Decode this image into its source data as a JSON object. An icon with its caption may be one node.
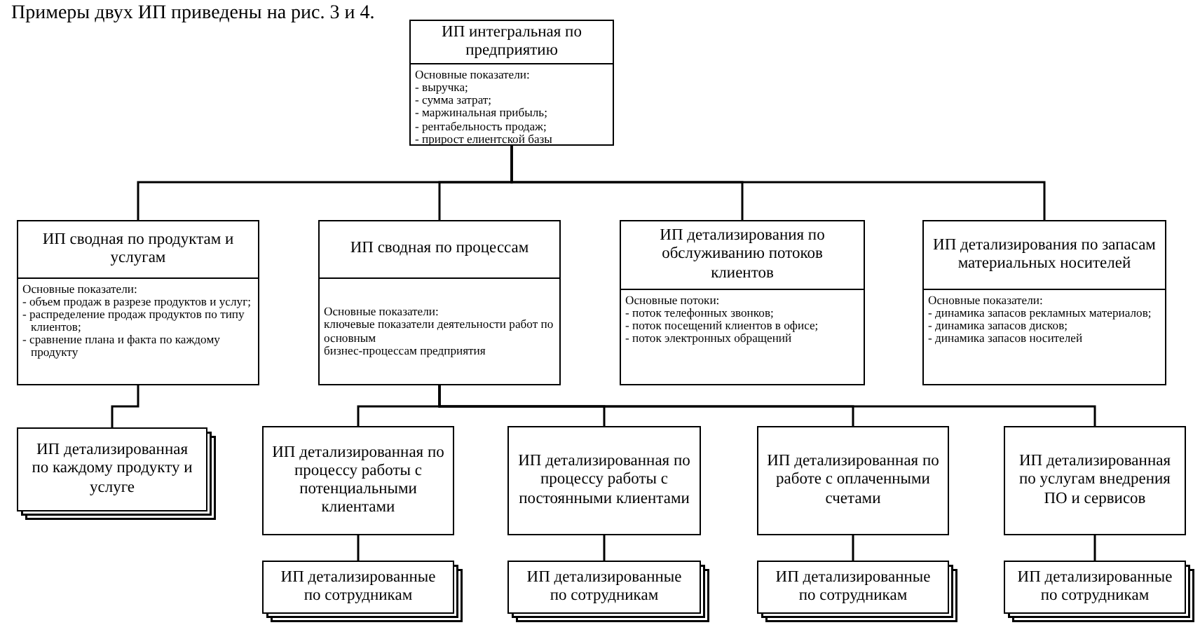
{
  "diagram": {
    "nodes": [
      {
        "text": [
          "ИП интегральная по предприятию",
          "Основные показатели:",
          "- выручка;",
          "- сумма затрат;",
          "- маржинальная прибыль;",
          "- рентабельность продаж;",
          "- прирост елиентской базы"
        ]
      },
      {
        "text": [
          "ИП сводная по продуктам и услугам",
          "Основные показатели:",
          "- объем продаж в разрезе продуктов и услуг;",
          "- распределение продаж продуктов по типу клиентов;",
          "- сравнение плана и факта по каждому продукту"
        ]
      },
      {
        "text": [
          "ИП сводная по процессам",
          "Основные показатели:",
          "ключевые показатели деятельности работ по основным",
          "бизнес-процессам предприятия"
        ]
      },
      {
        "text": [
          "ИП детализирования по обслуживанию потоков клиентов",
          "Основные потоки:",
          "- поток телефонных звонков;",
          "- поток посещений клиентов в офисе;",
          "- поток электронных обращений"
        ]
      },
      {
        "text": [
          "ИП детализирования по запасам материальных носителей",
          "Основные показатели:",
          "- динамика запасов рекламных материалов;",
          "- динамика запасов дисков;",
          "- динамика запасов носителей"
        ]
      },
      {
        "text": [
          "ИП детализированная по каждому продукту и услуге"
        ]
      },
      {
        "text": [
          "ИП детализированная по процессу работы с потенциальными клиентами"
        ]
      },
      {
        "text": [
          "ИП детализированная по процессу работы с постоянными клиентами"
        ]
      },
      {
        "text": [
          "ИП детализированная по работе с оплаченными счетами"
        ]
      },
      {
        "text": [
          "ИП детализированная по услугам внедрения ПО и сервисов"
        ]
      },
      {
        "text": [
          "ИП детализированные по сотрудникам"
        ]
      },
      {
        "text": [
          "ИП детализированные по сотрудникам"
        ]
      },
      {
        "text": [
          "ИП детализированные по сотрудникам"
        ]
      },
      {
        "text": [
          "ИП детализированные по сотрудникам"
        ]
      }
    ],
    "edges": [
      {
        "from": 0,
        "to": 1,
        "arrow": "none"
      },
      {
        "from": 0,
        "to": 2,
        "arrow": "none"
      },
      {
        "from": 0,
        "to": 3,
        "arrow": "none"
      },
      {
        "from": 0,
        "to": 4,
        "arrow": "none"
      },
      {
        "from": 1,
        "to": 5,
        "arrow": "none"
      },
      {
        "from": 2,
        "to": 6,
        "arrow": "none"
      },
      {
        "from": 2,
        "to": 7,
        "arrow": "none"
      },
      {
        "from": 2,
        "to": 8,
        "arrow": "none"
      },
      {
        "from": 2,
        "to": 9,
        "arrow": "none"
      },
      {
        "from": 6,
        "to": 10,
        "arrow": "none"
      },
      {
        "from": 7,
        "to": 11,
        "arrow": "none"
      },
      {
        "from": 8,
        "to": 12,
        "arrow": "none"
      },
      {
        "from": 9,
        "to": 13,
        "arrow": "none"
      }
    ],
    "labels": [
      "Примеры двух ИП приведены на рис. 3 и 4."
    ]
  }
}
